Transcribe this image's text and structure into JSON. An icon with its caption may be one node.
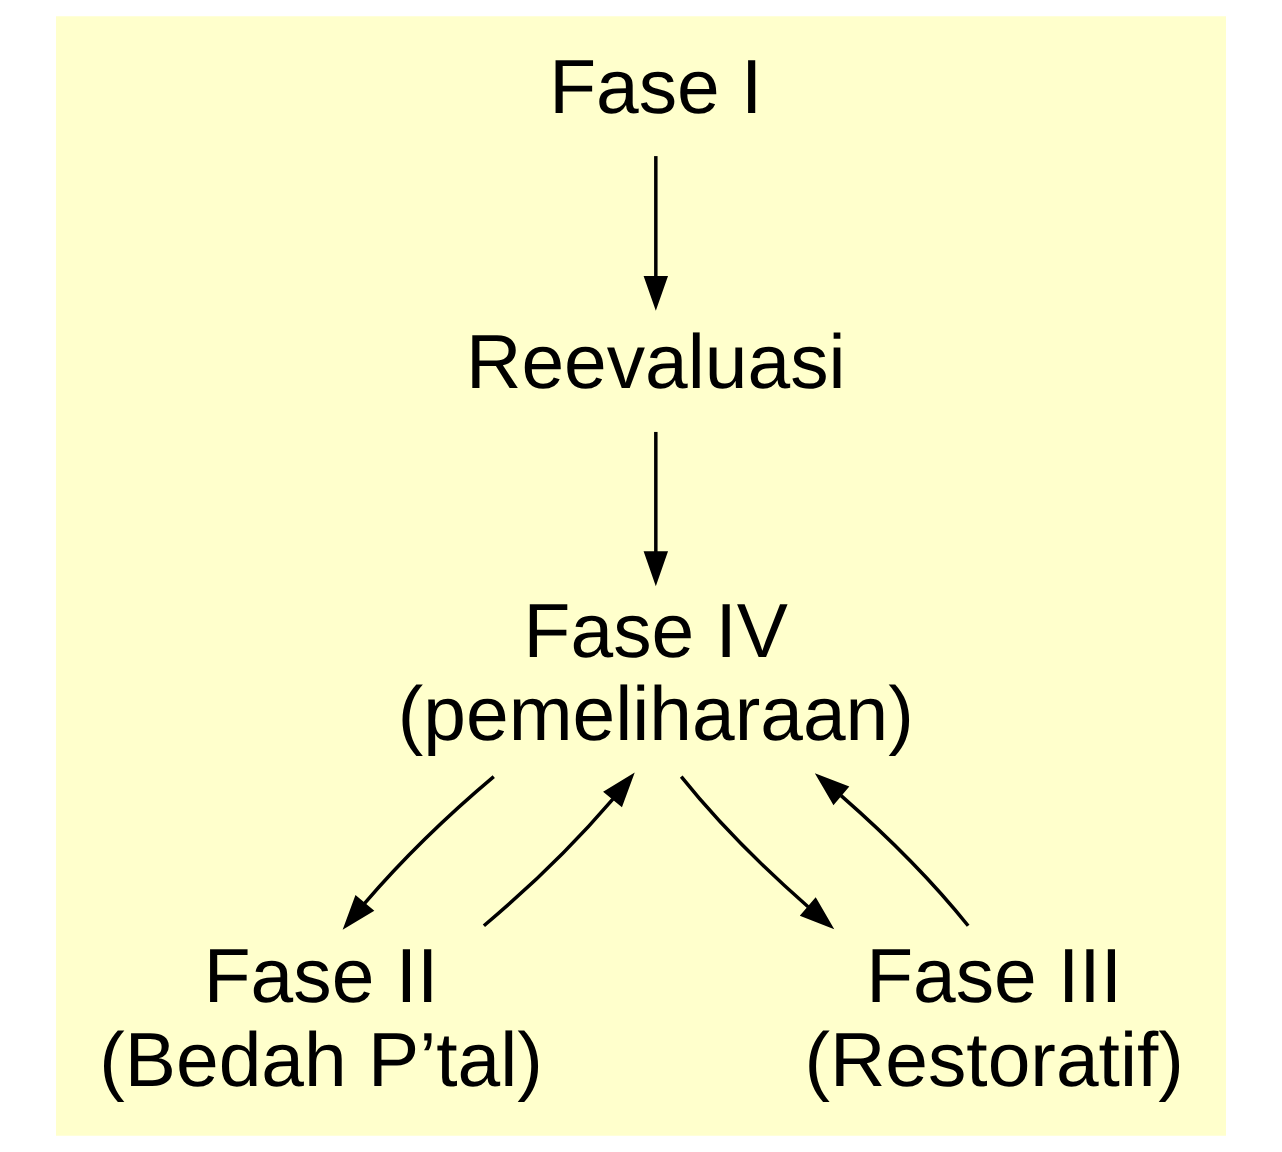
{
  "diagram": {
    "nodes": [
      {
        "text": [
          "Fase I"
        ]
      },
      {
        "text": [
          "Reevaluasi"
        ]
      },
      {
        "text": [
          "Fase IV",
          "(pemeliharaan)"
        ]
      },
      {
        "text": [
          "Fase II",
          "(Bedah P’tal)"
        ]
      },
      {
        "text": [
          "Fase III",
          "(Restoratif)"
        ]
      }
    ],
    "edges": [
      {
        "from": 0,
        "to": 1,
        "arrow": "to"
      },
      {
        "from": 1,
        "to": 2,
        "arrow": "to"
      },
      {
        "from": 3,
        "to": 2,
        "arrow": "to"
      },
      {
        "from": 2,
        "to": 3,
        "arrow": "to"
      },
      {
        "from": 2,
        "to": 4,
        "arrow": "to"
      },
      {
        "from": 4,
        "to": 2,
        "arrow": "to"
      }
    ]
  }
}
